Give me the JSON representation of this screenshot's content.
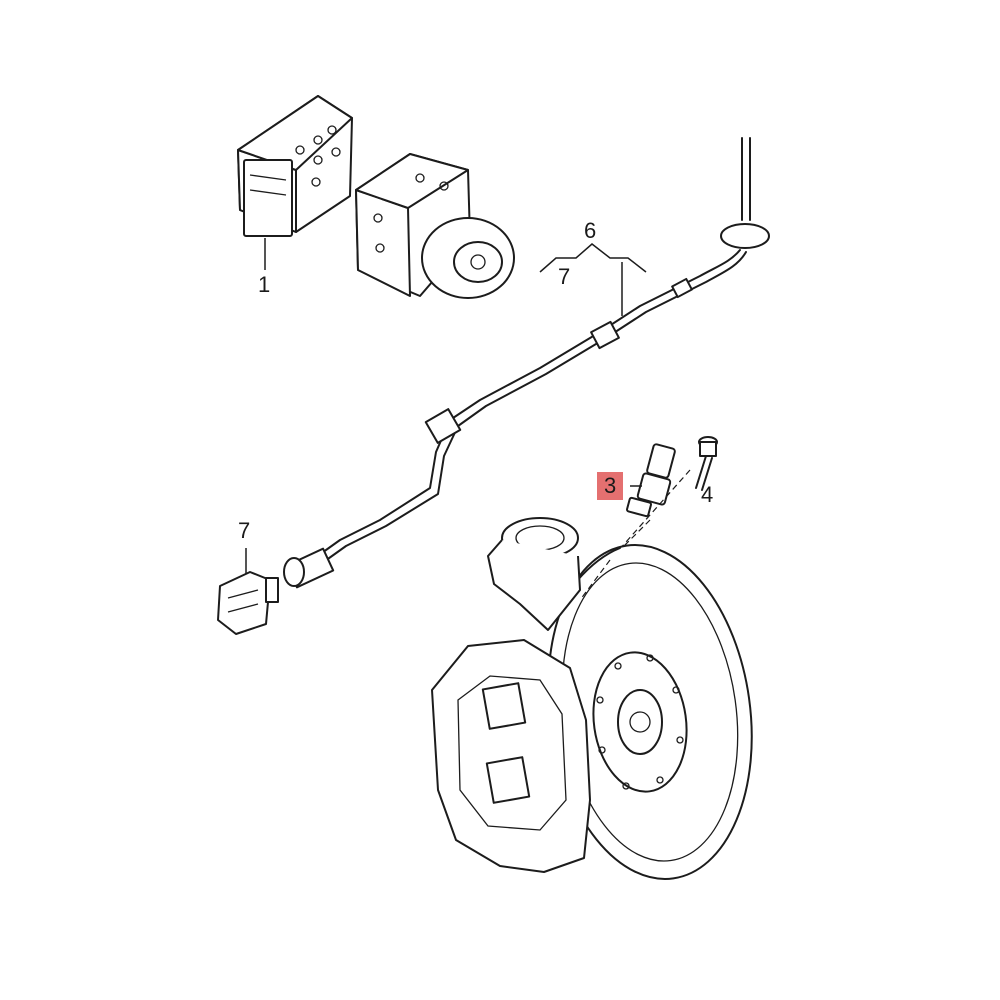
{
  "callouts": {
    "abs_module": "1",
    "wheel_speed_sensor": "3",
    "bolt": "4",
    "cable_set": "6",
    "cable_branch": "7",
    "connector": "7"
  },
  "colors": {
    "highlight": "#e47070",
    "line": "#1c1c1c",
    "background": "#ffffff"
  }
}
